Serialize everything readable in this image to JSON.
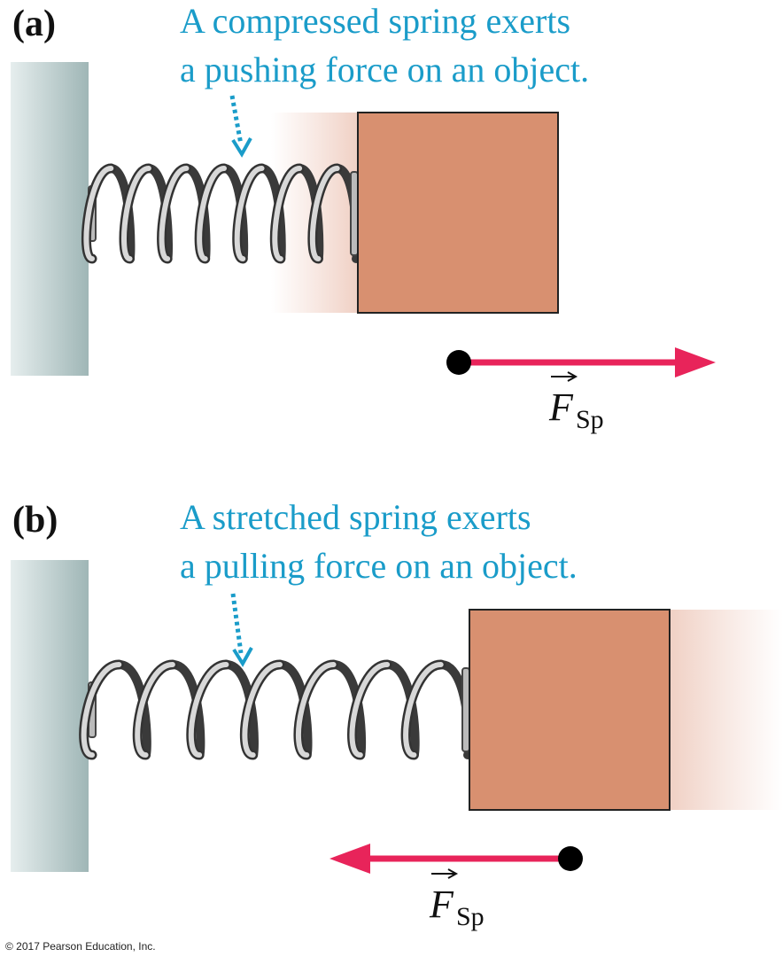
{
  "colors": {
    "caption": "#1a9cc9",
    "block_fill": "#d89070",
    "arrow": "#e8245a",
    "wall": "#b8cccc"
  },
  "panel_a": {
    "label": "(a)",
    "caption_line1": "A compressed spring exerts",
    "caption_line2": "a pushing force on an object.",
    "force_symbol": "F",
    "force_subscript": "Sp",
    "arrow_direction": "right"
  },
  "panel_b": {
    "label": "(b)",
    "caption_line1": "A stretched spring exerts",
    "caption_line2": "a pulling force on an object.",
    "force_symbol": "F",
    "force_subscript": "Sp",
    "arrow_direction": "left"
  },
  "footer": {
    "copyright": "© 2017 Pearson Education, Inc."
  }
}
